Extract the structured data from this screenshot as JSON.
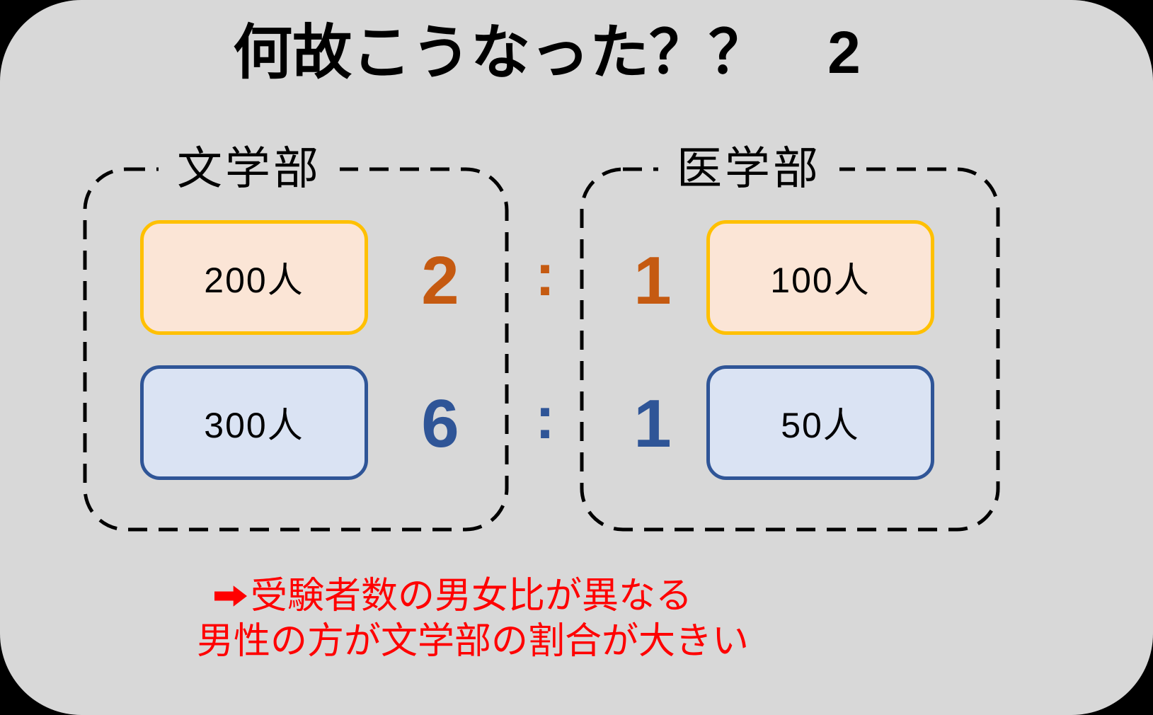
{
  "title": "何故こうなった？？　2",
  "groups": [
    {
      "label": "文学部",
      "boxes": [
        {
          "value": "200人",
          "type": "orange"
        },
        {
          "value": "300人",
          "type": "blue"
        }
      ]
    },
    {
      "label": "医学部",
      "boxes": [
        {
          "value": "100人",
          "type": "orange"
        },
        {
          "value": "50人",
          "type": "blue"
        }
      ]
    }
  ],
  "ratios": [
    {
      "left_value": "2",
      "separator": ":",
      "right_value": "1",
      "color": "#C55A11"
    },
    {
      "left_value": "6",
      "separator": ":",
      "right_value": "1",
      "color": "#2F5597"
    }
  ],
  "note": {
    "icon": "right-arrow-icon",
    "line1": "受験者数の男女比が異なる",
    "line2": "男性の方が文学部の割合が大きい"
  },
  "colors": {
    "panel_background": "#D8D8D8",
    "outline_black": "#000000",
    "orange_border": "#FFC000",
    "orange_fill": "#FBE5D6",
    "orange_accent": "#C55A11",
    "blue_border": "#2F5597",
    "blue_fill": "#DAE3F3",
    "blue_accent": "#2F5597",
    "note_red": "#FF0000"
  }
}
